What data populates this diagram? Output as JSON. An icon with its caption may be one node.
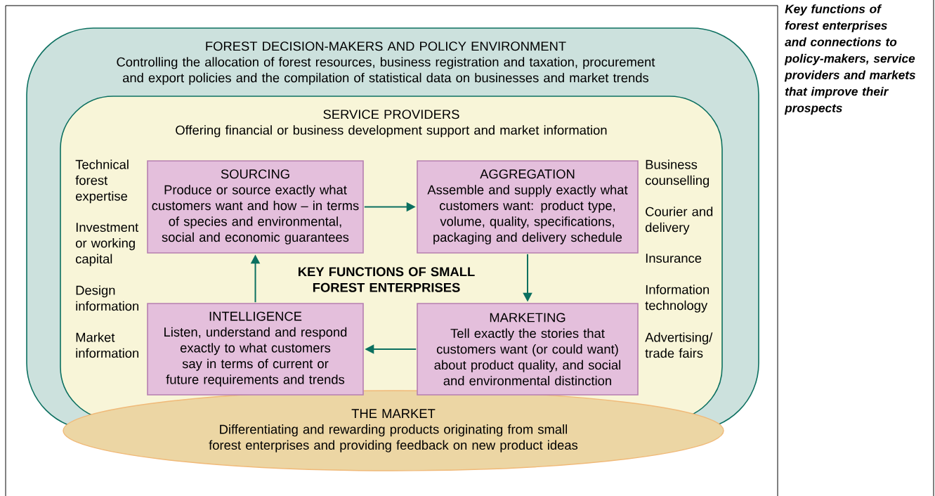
{
  "diagram": {
    "caption": "Key functions of forest enterprises and connections to policy-makers, service providers and markets that improve their prospects",
    "nodes": [
      {
        "text": [
          "FOREST DECISION-MAKERS AND POLICY ENVIRONMENT",
          "Controlling the allocation of forest resources, business registration and taxation, procurement and export policies and the compilation of statistical data on businesses and market trends"
        ]
      },
      {
        "text": [
          "SERVICE PROVIDERS",
          "Offering financial or business development support and market information"
        ],
        "in": 0
      },
      {
        "text": [
          "SOURCING",
          "Produce or source exactly what customers want and how – in terms of species and environmental, social and economic guarantees"
        ],
        "in": 1
      },
      {
        "text": [
          "AGGREGATION",
          "Assemble and supply exactly what customers want: product type, volume, quality, specifications, packaging and delivery schedule"
        ],
        "in": 1
      },
      {
        "text": [
          "INTELLIGENCE",
          "Listen, understand and respond exactly to what customers say in terms of current or future requirements and trends"
        ],
        "in": 1
      },
      {
        "text": [
          "MARKETING",
          "Tell exactly the stories that customers want (or could want) about product quality, and social and environmental distinction"
        ],
        "in": 1
      },
      {
        "text": [
          "THE MARKET",
          "Differentiating and rewarding products originating from small forest enterprises and providing feedback on new product ideas"
        ]
      }
    ],
    "edges": [
      {
        "from": 2,
        "to": 3,
        "arrow": "to"
      },
      {
        "from": 3,
        "to": 5,
        "arrow": "to"
      },
      {
        "from": 5,
        "to": 4,
        "arrow": "to"
      },
      {
        "from": 4,
        "to": 2,
        "arrow": "to"
      }
    ],
    "labels": [
      "Technical forest expertise",
      "Business counselling",
      "Courier and delivery",
      "Investment or working capital",
      "Insurance",
      "KEY FUNCTIONS OF SMALL FOREST ENTERPRISES",
      "Design information",
      "Information technology",
      "Market information",
      "Advertising/ trade fairs"
    ]
  }
}
